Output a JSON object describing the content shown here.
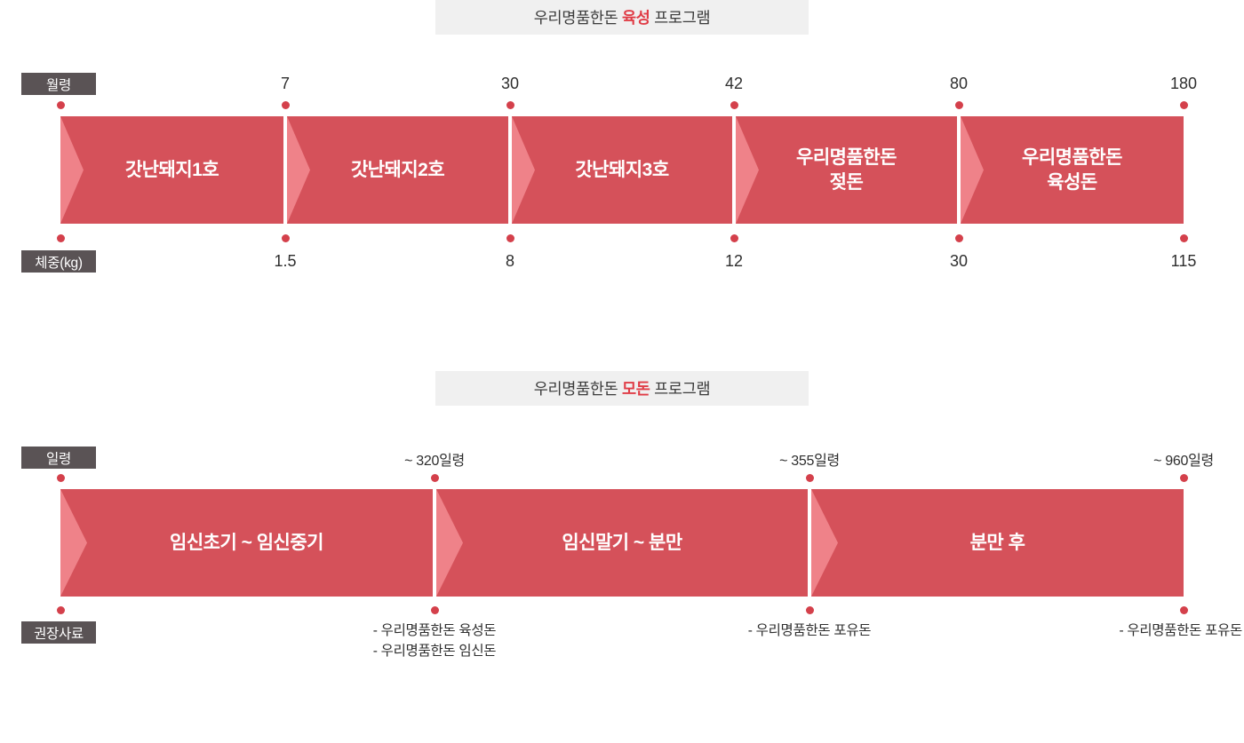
{
  "colors": {
    "bar_red": "#d5515a",
    "chevron_pink": "#ef8289",
    "dot_red": "#d4404b",
    "label_box_gray": "#5a5355",
    "title_bg_gray": "#f0f0f0",
    "title_text": "#3b3b3b",
    "accent_red": "#e03c46",
    "value_text": "#2e2e2e"
  },
  "charts": [
    {
      "id": "growth-program",
      "title": {
        "prefix": "우리명품한돈",
        "accent": "육성",
        "suffix": "프로그램"
      },
      "top_axis_label": "월령",
      "bottom_axis_label": "체중(kg)",
      "top_values": [
        "7",
        "30",
        "42",
        "80",
        "180"
      ],
      "bottom_values": [
        "1.5",
        "8",
        "12",
        "30",
        "115"
      ],
      "segments": [
        "갓난돼지1호",
        "갓난돼지2호",
        "갓난돼지3호",
        "우리명품한돈\n젖돈",
        "우리명품한돈\n육성돈"
      ]
    },
    {
      "id": "sow-program",
      "title": {
        "prefix": "우리명품한돈",
        "accent": "모돈",
        "suffix": "프로그램"
      },
      "top_axis_label": "일령",
      "bottom_axis_label": "권장사료",
      "top_values": [
        "~ 320일령",
        "~ 355일령",
        "~ 960일령"
      ],
      "bottom_values": [
        "- 우리명품한돈 육성돈\n- 우리명품한돈 임신돈",
        "- 우리명품한돈 포유돈",
        "- 우리명품한돈 포유돈"
      ],
      "segments": [
        "임신초기 ~ 임신중기",
        "임신말기 ~ 분만",
        "분만 후"
      ]
    }
  ]
}
